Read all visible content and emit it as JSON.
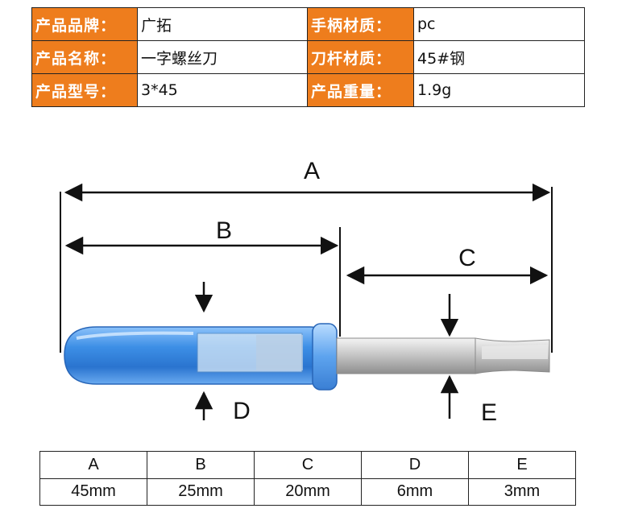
{
  "spec": {
    "rows": [
      {
        "label1": "产品品牌：",
        "value1": "广拓",
        "label2": "手柄材质：",
        "value2": "pc"
      },
      {
        "label1": "产品名称：",
        "value1": "一字螺丝刀",
        "label2": "刀杆材质：",
        "value2": "45#钢"
      },
      {
        "label1": "产品型号：",
        "value1": "3*45",
        "label2": "产品重量：",
        "value2": "1.9g"
      }
    ]
  },
  "diagram": {
    "labels": {
      "A": "A",
      "B": "B",
      "C": "C",
      "D": "D",
      "E": "E"
    },
    "colors": {
      "handle": "#3d8fe6",
      "handle_light": "#a9d1fb",
      "shaft": "#c8c8c8",
      "line": "#111111"
    }
  },
  "dimensions": {
    "headers": [
      "A",
      "B",
      "C",
      "D",
      "E"
    ],
    "values": [
      "45mm",
      "25mm",
      "20mm",
      "6mm",
      "3mm"
    ]
  }
}
